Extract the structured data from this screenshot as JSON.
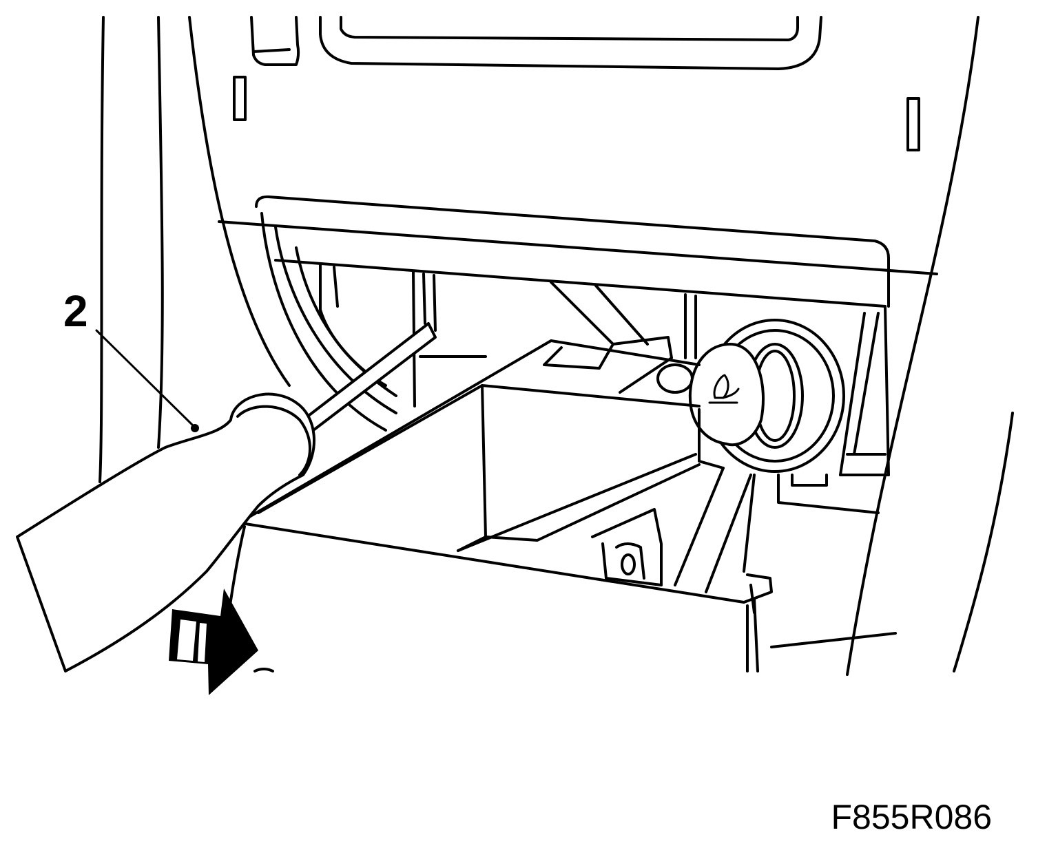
{
  "callouts": [
    {
      "label": "2",
      "target": "screwdriver"
    }
  ],
  "figure_id": "F855R086",
  "icons": {
    "direction_arrow": "arrow-right-icon",
    "cigarette_lighter_symbol": "lighter-icon"
  },
  "colors": {
    "line": "#000000",
    "background": "#ffffff"
  }
}
